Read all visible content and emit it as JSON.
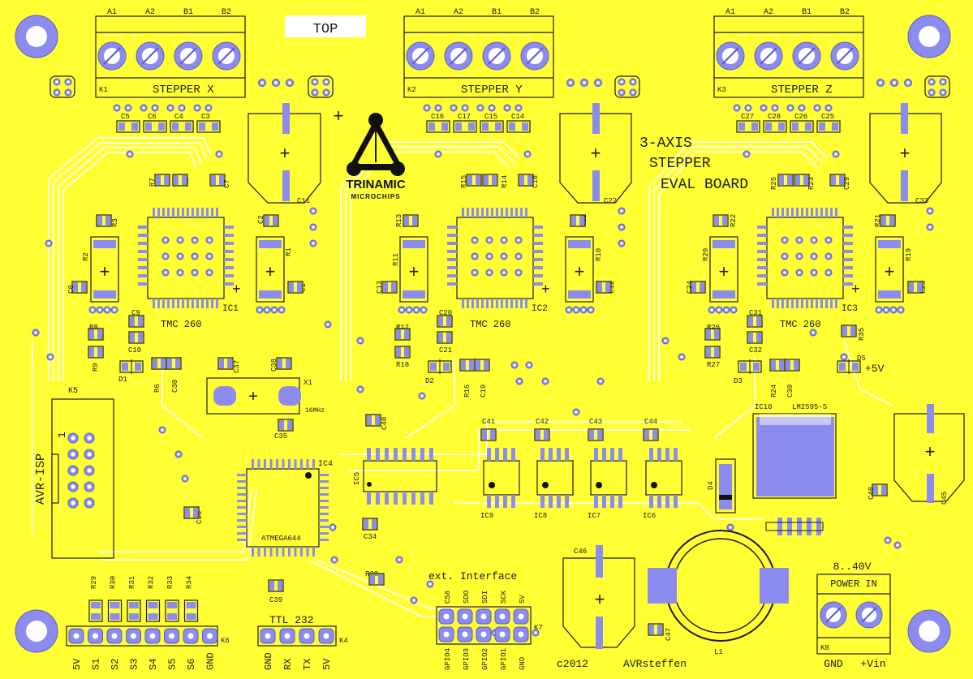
{
  "board": {
    "layer_label": "TOP",
    "title_lines": [
      "3-AXIS",
      "STEPPER",
      "EVAL BOARD"
    ],
    "logo": {
      "name": "TRINAMIC",
      "sub": "MICROCHIPS"
    },
    "copyright": "c2012",
    "author": "AVRsteffen",
    "ext_interface": "ext. Interface",
    "power_range": "8..40V",
    "power_in": "POWER IN",
    "power_pins": [
      "GND",
      "+Vin"
    ],
    "plus5v": "+5V",
    "ttl": "TTL 232"
  },
  "steppers": [
    {
      "ref": "K1",
      "label": "STEPPER X",
      "pins": [
        "A1",
        "A2",
        "B1",
        "B2"
      ],
      "ic": "IC1",
      "driver": "TMC 260"
    },
    {
      "ref": "K2",
      "label": "STEPPER Y",
      "pins": [
        "A1",
        "A2",
        "B1",
        "B2"
      ],
      "ic": "IC2",
      "driver": "TMC 260"
    },
    {
      "ref": "K3",
      "label": "STEPPER Z",
      "pins": [
        "A1",
        "A2",
        "B1",
        "B2"
      ],
      "ic": "IC3",
      "driver": "TMC 260"
    }
  ],
  "isp": {
    "ref": "K5",
    "label": "AVR-ISP",
    "pin1": "1"
  },
  "mcu": {
    "ref": "IC4",
    "label": "ATMEGA644"
  },
  "crystal": {
    "ref": "X1",
    "freq": "16MHz"
  },
  "regulator": {
    "ref": "IC10",
    "part": "LM2595-S"
  },
  "header_k6": {
    "ref": "K6",
    "pins": [
      "5V",
      "S1",
      "S2",
      "S3",
      "S4",
      "S5",
      "S6",
      "GND"
    ]
  },
  "header_k4": {
    "ref": "K4",
    "pins": [
      "GND",
      "RX",
      "TX",
      "5V"
    ]
  },
  "header_k7": {
    "ref": "K7",
    "top": [
      "CS8",
      "SDO",
      "SDI",
      "SCK",
      "5V"
    ],
    "bottom": [
      "GPIO4",
      "GPIO3",
      "GPIO2",
      "GPIO1",
      "GND"
    ]
  },
  "header_k8": {
    "ref": "K8"
  },
  "refs": {
    "c5": "C5",
    "c6": "C6",
    "c4": "C4",
    "c3": "C3",
    "c16": "C16",
    "c17": "C17",
    "c15": "C15",
    "c14": "C14",
    "c27": "C27",
    "c28": "C28",
    "c26": "C26",
    "c25": "C25",
    "c11": "C11",
    "c22": "C22",
    "c33": "C33",
    "r7": "R7",
    "r5": "R5",
    "c7": "C7",
    "r15": "R15",
    "r14": "R14",
    "c18": "C18",
    "r25": "R25",
    "r23": "R23",
    "c29": "C29",
    "r3": "R3",
    "c2": "C2",
    "r13": "R13",
    "r12": "R12",
    "r22": "R22",
    "r21": "R21",
    "r2": "R2",
    "r1": "R1",
    "r11": "R11",
    "r10": "R10",
    "r20": "R20",
    "r19": "R19",
    "c8": "C8",
    "c1": "C1",
    "c13": "C13",
    "c12": "C12",
    "c24": "C24",
    "c23": "C23",
    "c9": "C9",
    "c10": "C10",
    "c20": "C20",
    "c21": "C21",
    "c31": "C31",
    "c32": "C32",
    "r8": "R8",
    "r9": "R9",
    "r17": "R17",
    "r18": "R18",
    "r26": "R26",
    "r27": "R27",
    "r35": "R35",
    "d1": "D1",
    "d2": "D2",
    "d3": "D3",
    "d5": "D5",
    "d4": "D4",
    "r6": "R6",
    "c30a": "C30",
    "r16": "R16",
    "c19": "C19",
    "r24": "R24",
    "c30b": "C30",
    "c37": "C37",
    "c38": "C38",
    "c35": "C35",
    "c40": "C40",
    "ic5": "IC5",
    "c41": "C41",
    "c42": "C42",
    "c43": "C43",
    "c44": "C44",
    "ic9": "IC9",
    "ic8": "IC8",
    "ic7": "IC7",
    "ic6": "IC6",
    "c36": "C36",
    "c34": "C34",
    "c39": "C39",
    "r28": "R28",
    "r29": "R29",
    "r30": "R30",
    "r31": "R31",
    "r32": "R32",
    "r33": "R33",
    "r34": "R34",
    "c45": "C45",
    "c48": "C48",
    "c46": "C46",
    "c47": "C47",
    "l1": "L1"
  },
  "colors": {
    "board": "#ffff33",
    "pad": "#8c8cf0",
    "silk": "#1a1a1a",
    "trace": "#ffffff"
  }
}
